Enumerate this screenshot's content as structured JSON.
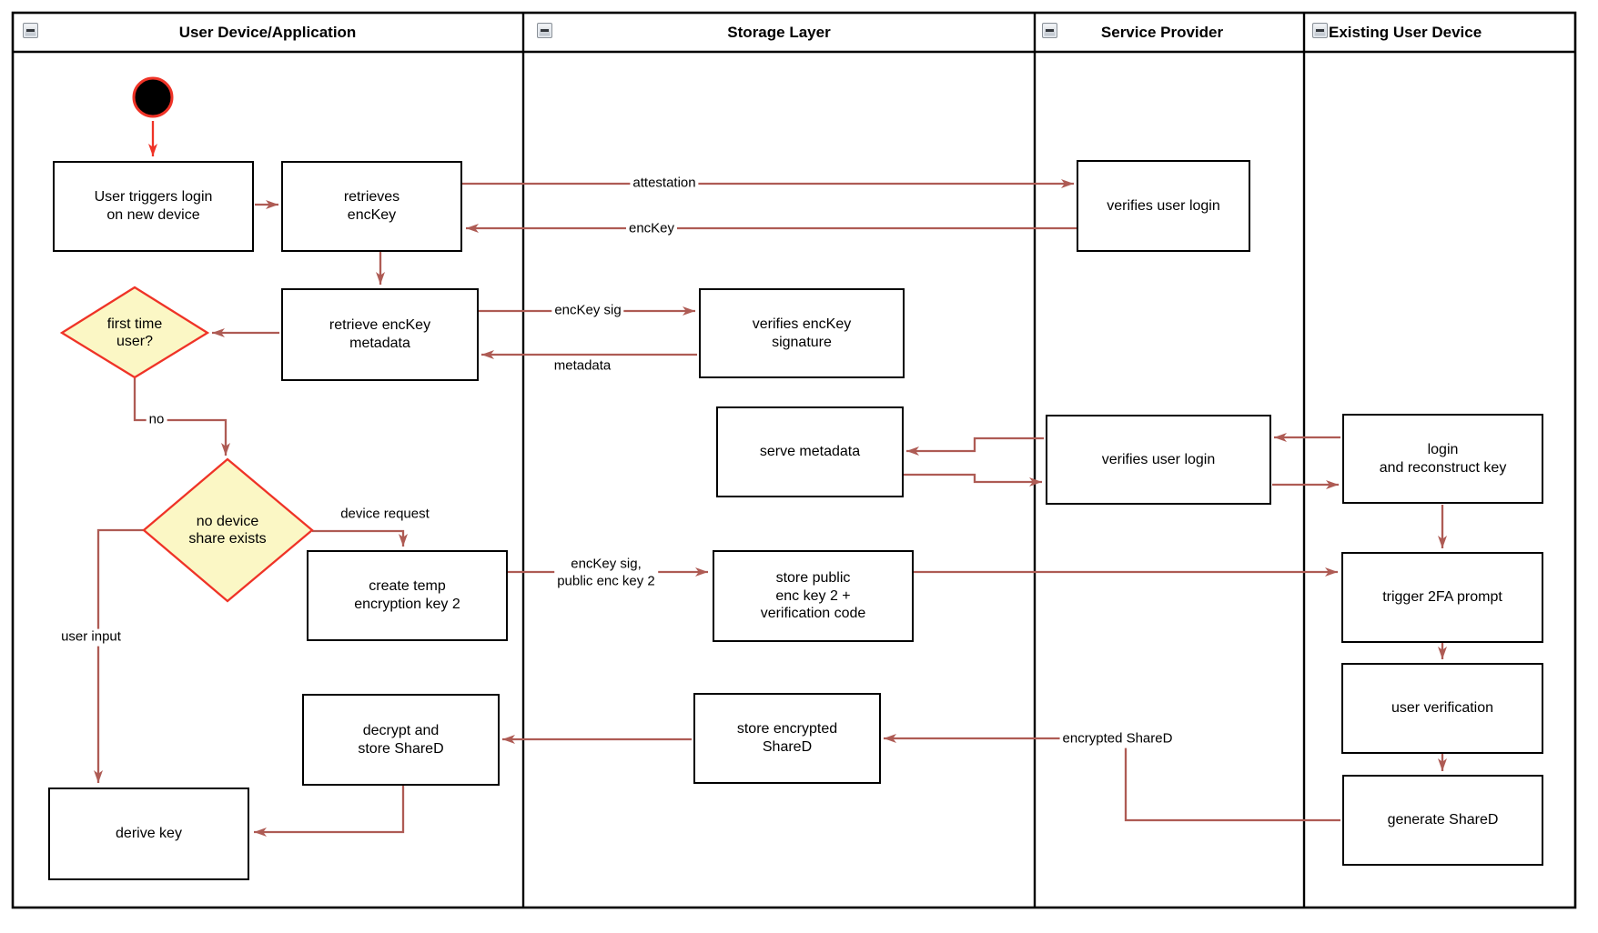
{
  "lanes": [
    {
      "title": "User Device/Application"
    },
    {
      "title": "Storage Layer"
    },
    {
      "title": "Service Provider"
    },
    {
      "title": "Existing User Device"
    }
  ],
  "nodes": {
    "user_triggers": "User triggers login\non new device",
    "retrieves_enckey": "retrieves\nencKey",
    "retrieve_metadata": "retrieve encKey\nmetadata",
    "verifies_signature": "verifies encKey\nsignature",
    "serve_metadata": "serve metadata",
    "verifies_login_top": "verifies user login",
    "verifies_login_mid": "verifies user login",
    "login_reconstruct": "login\nand reconstruct key",
    "create_temp_key": "create temp\nencryption key 2",
    "store_public_key": "store public\nenc key 2 +\nverification code",
    "trigger_2fa": "trigger 2FA prompt",
    "user_verification": "user verification",
    "generate_shared": "generate ShareD",
    "store_encrypted": "store encrypted\nShareD",
    "decrypt_store": "decrypt and\nstore ShareD",
    "derive_key": "derive key"
  },
  "decisions": {
    "first_time": "first time\nuser?",
    "no_device_share": "no device\nshare exists"
  },
  "edge_labels": {
    "attestation": "attestation",
    "enckey": "encKey",
    "enckey_sig": "encKey sig",
    "metadata": "metadata",
    "no": "no",
    "device_request": "device request",
    "enckey_sig_public": "encKey sig,\npublic enc key 2",
    "encrypted_shared": "encrypted ShareD",
    "user_input": "user input"
  },
  "colors": {
    "edge": "#AE5B54",
    "accent_red": "#EF3327",
    "decision_fill": "#FBF7C5",
    "border": "#000000",
    "box_fill": "#FFFFFF"
  }
}
